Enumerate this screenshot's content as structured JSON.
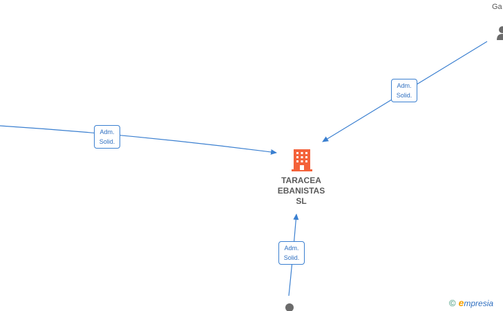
{
  "company": {
    "name_lines": [
      "TARACEA",
      "EBANISTAS",
      "SL"
    ],
    "icon": "building-icon",
    "color": "#f4623a"
  },
  "edges": [
    {
      "label_lines": [
        "Adm.",
        "Solid."
      ]
    },
    {
      "label_lines": [
        "Adm.",
        "Solid."
      ]
    },
    {
      "label_lines": [
        "Adm.",
        "Solid."
      ]
    }
  ],
  "persons": [
    {
      "name": "Ga",
      "icon": "person-icon"
    },
    {
      "name": "",
      "icon": "person-icon"
    }
  ],
  "colors": {
    "link": "#3a7fd0",
    "label_text": "#2f6fc0",
    "person_icon": "#6b6b6b"
  },
  "brand": {
    "copyright_symbol": "©",
    "e": "e",
    "rest": "mpresia"
  }
}
